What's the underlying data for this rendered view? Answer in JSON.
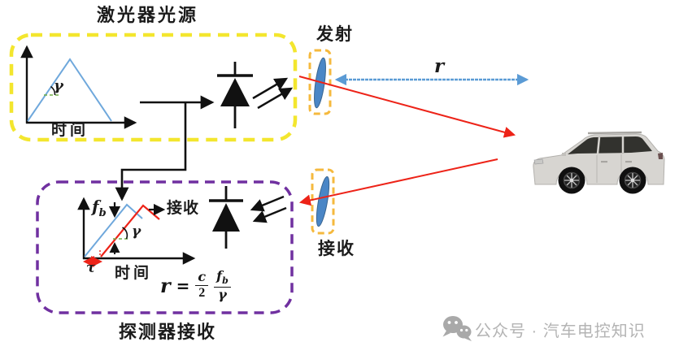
{
  "labels": {
    "source_title": "激光器光源",
    "detector_title": "探测器接收",
    "transmit_lens": "发射",
    "receive_lens": "接收",
    "range": "r",
    "time_top": "时间",
    "time_bottom": "时间",
    "gamma_top": "γ",
    "gamma_bottom": "γ",
    "tau": "τ",
    "beat_freq_main": "f",
    "beat_freq_sub": "b",
    "received_signal": "接收"
  },
  "formula": {
    "lhs": "r",
    "equals": "=",
    "num1": "c",
    "den1": "2",
    "num2_main": "f",
    "num2_sub": "b",
    "den2": "γ"
  },
  "watermark": {
    "text": "公众号 · 汽车电控知识"
  },
  "colors": {
    "source_box_yellow": "#f3e62e",
    "detector_box_purple": "#7030a0",
    "lens_box_orange": "#f5b93e",
    "lens_blue": "#4a86c6",
    "waveform_blue": "#6fa8dc",
    "beam_red": "#ed2318",
    "range_arrow_blue": "#5b9bd5",
    "angle_green": "#70ad47",
    "watermark_gray": "#b4b4b4"
  }
}
